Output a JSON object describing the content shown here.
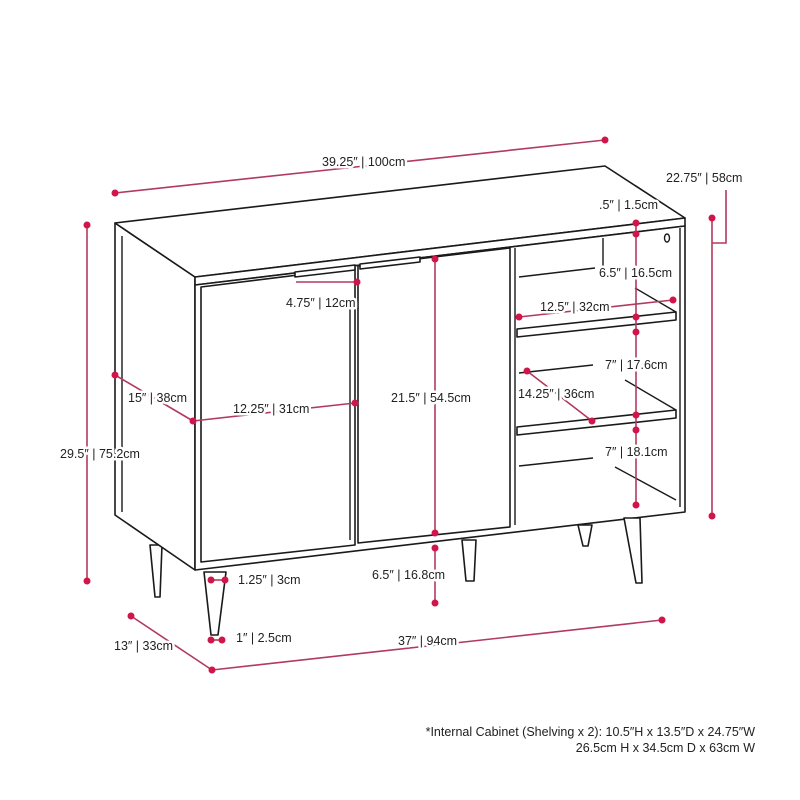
{
  "colors": {
    "dimension": "#d0154a",
    "outline": "#1a1a1a"
  },
  "dimensions": {
    "overall_width": "39.25″ | 100cm",
    "overall_depth": "22.75″ | 58cm",
    "top_thickness": ".5″ | 1.5cm",
    "shelf1_height": "6.5″ | 16.5cm",
    "shelf_depth": "12.5″ | 32cm",
    "shelf2_height": "7″ | 17.6cm",
    "shelf_width": "14.25″ | 36cm",
    "shelf3_height": "7″ | 18.1cm",
    "handle_length": "4.75″ | 12cm",
    "side_depth": "15″ | 38cm",
    "door_width": "12.25″ | 31cm",
    "door_height": "21.5″ | 54.5cm",
    "overall_height": "29.5″ | 75.2cm",
    "leg_height": "6.5″ | 16.8cm",
    "leg_top_width": "1.25″ | 3cm",
    "leg_bottom_width": "1″ | 2.5cm",
    "leg_depth_span": "13″ | 33cm",
    "leg_width_span": "37″ | 94cm"
  },
  "footnote": {
    "line1": "*Internal Cabinet (Shelving x 2): 10.5″H x 13.5″D x 24.75″W",
    "line2": "26.5cm H x 34.5cm D x 63cm W"
  }
}
